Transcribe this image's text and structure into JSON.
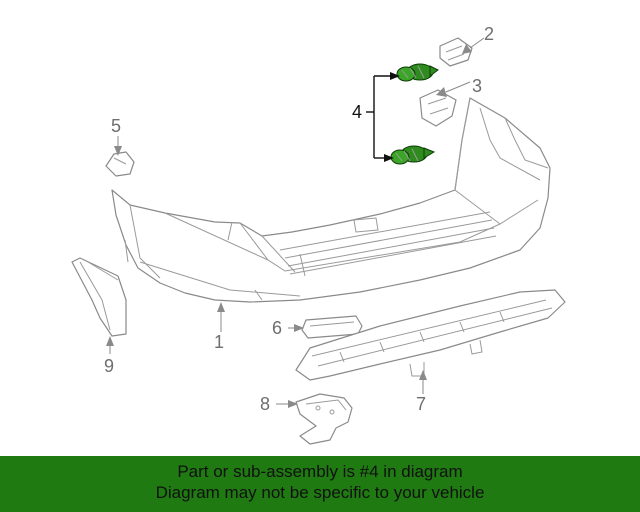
{
  "diagram": {
    "callouts": [
      {
        "id": "1",
        "label": "1"
      },
      {
        "id": "2",
        "label": "2"
      },
      {
        "id": "3",
        "label": "3"
      },
      {
        "id": "4",
        "label": "4"
      },
      {
        "id": "5",
        "label": "5"
      },
      {
        "id": "6",
        "label": "6"
      },
      {
        "id": "7",
        "label": "7"
      },
      {
        "id": "8",
        "label": "8"
      },
      {
        "id": "9",
        "label": "9"
      }
    ],
    "highlight_color": "#2e8b1e",
    "line_color": "#8a8a8a"
  },
  "banner": {
    "line1": "Part or sub-assembly is #4 in diagram",
    "line2": "Diagram may not be specific to your vehicle",
    "background": "#1f7a12"
  }
}
